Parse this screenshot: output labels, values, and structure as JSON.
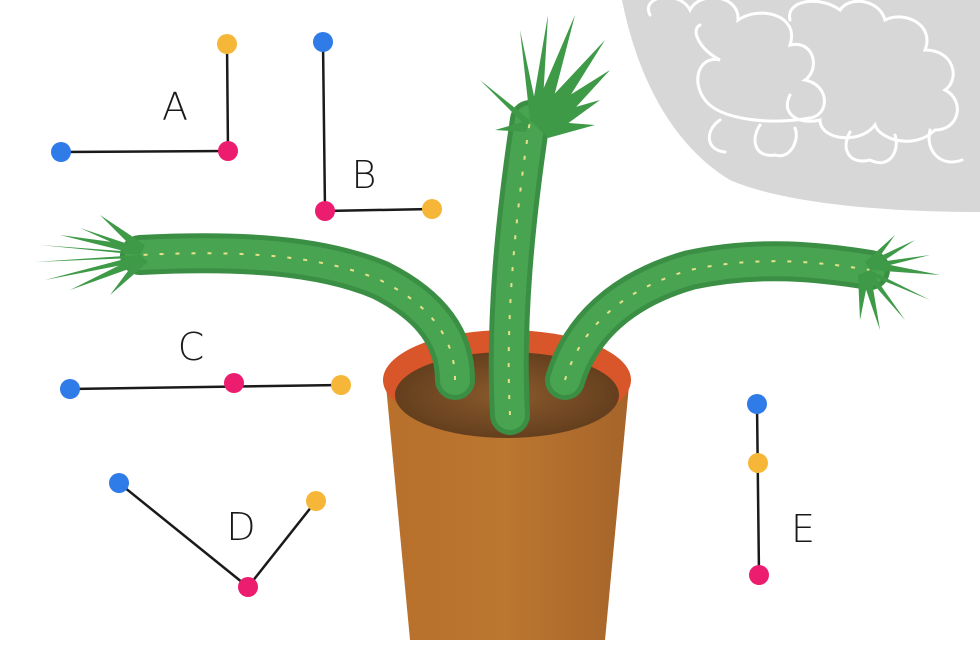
{
  "labels": {
    "a": "A",
    "b": "B",
    "c": "C",
    "d": "D",
    "e": "E"
  },
  "colors": {
    "blue_dot": "#2f7be8",
    "pink_dot": "#ec1c6f",
    "yellow_dot": "#f6b739",
    "connector": "#1a1a1a",
    "plant_green": "#3f9a48",
    "pot": "#b36f2c",
    "cloud": "#d7d7d7"
  },
  "icons": {
    "plant": "cactus-plant-icon",
    "cloud": "cloud-icon"
  }
}
